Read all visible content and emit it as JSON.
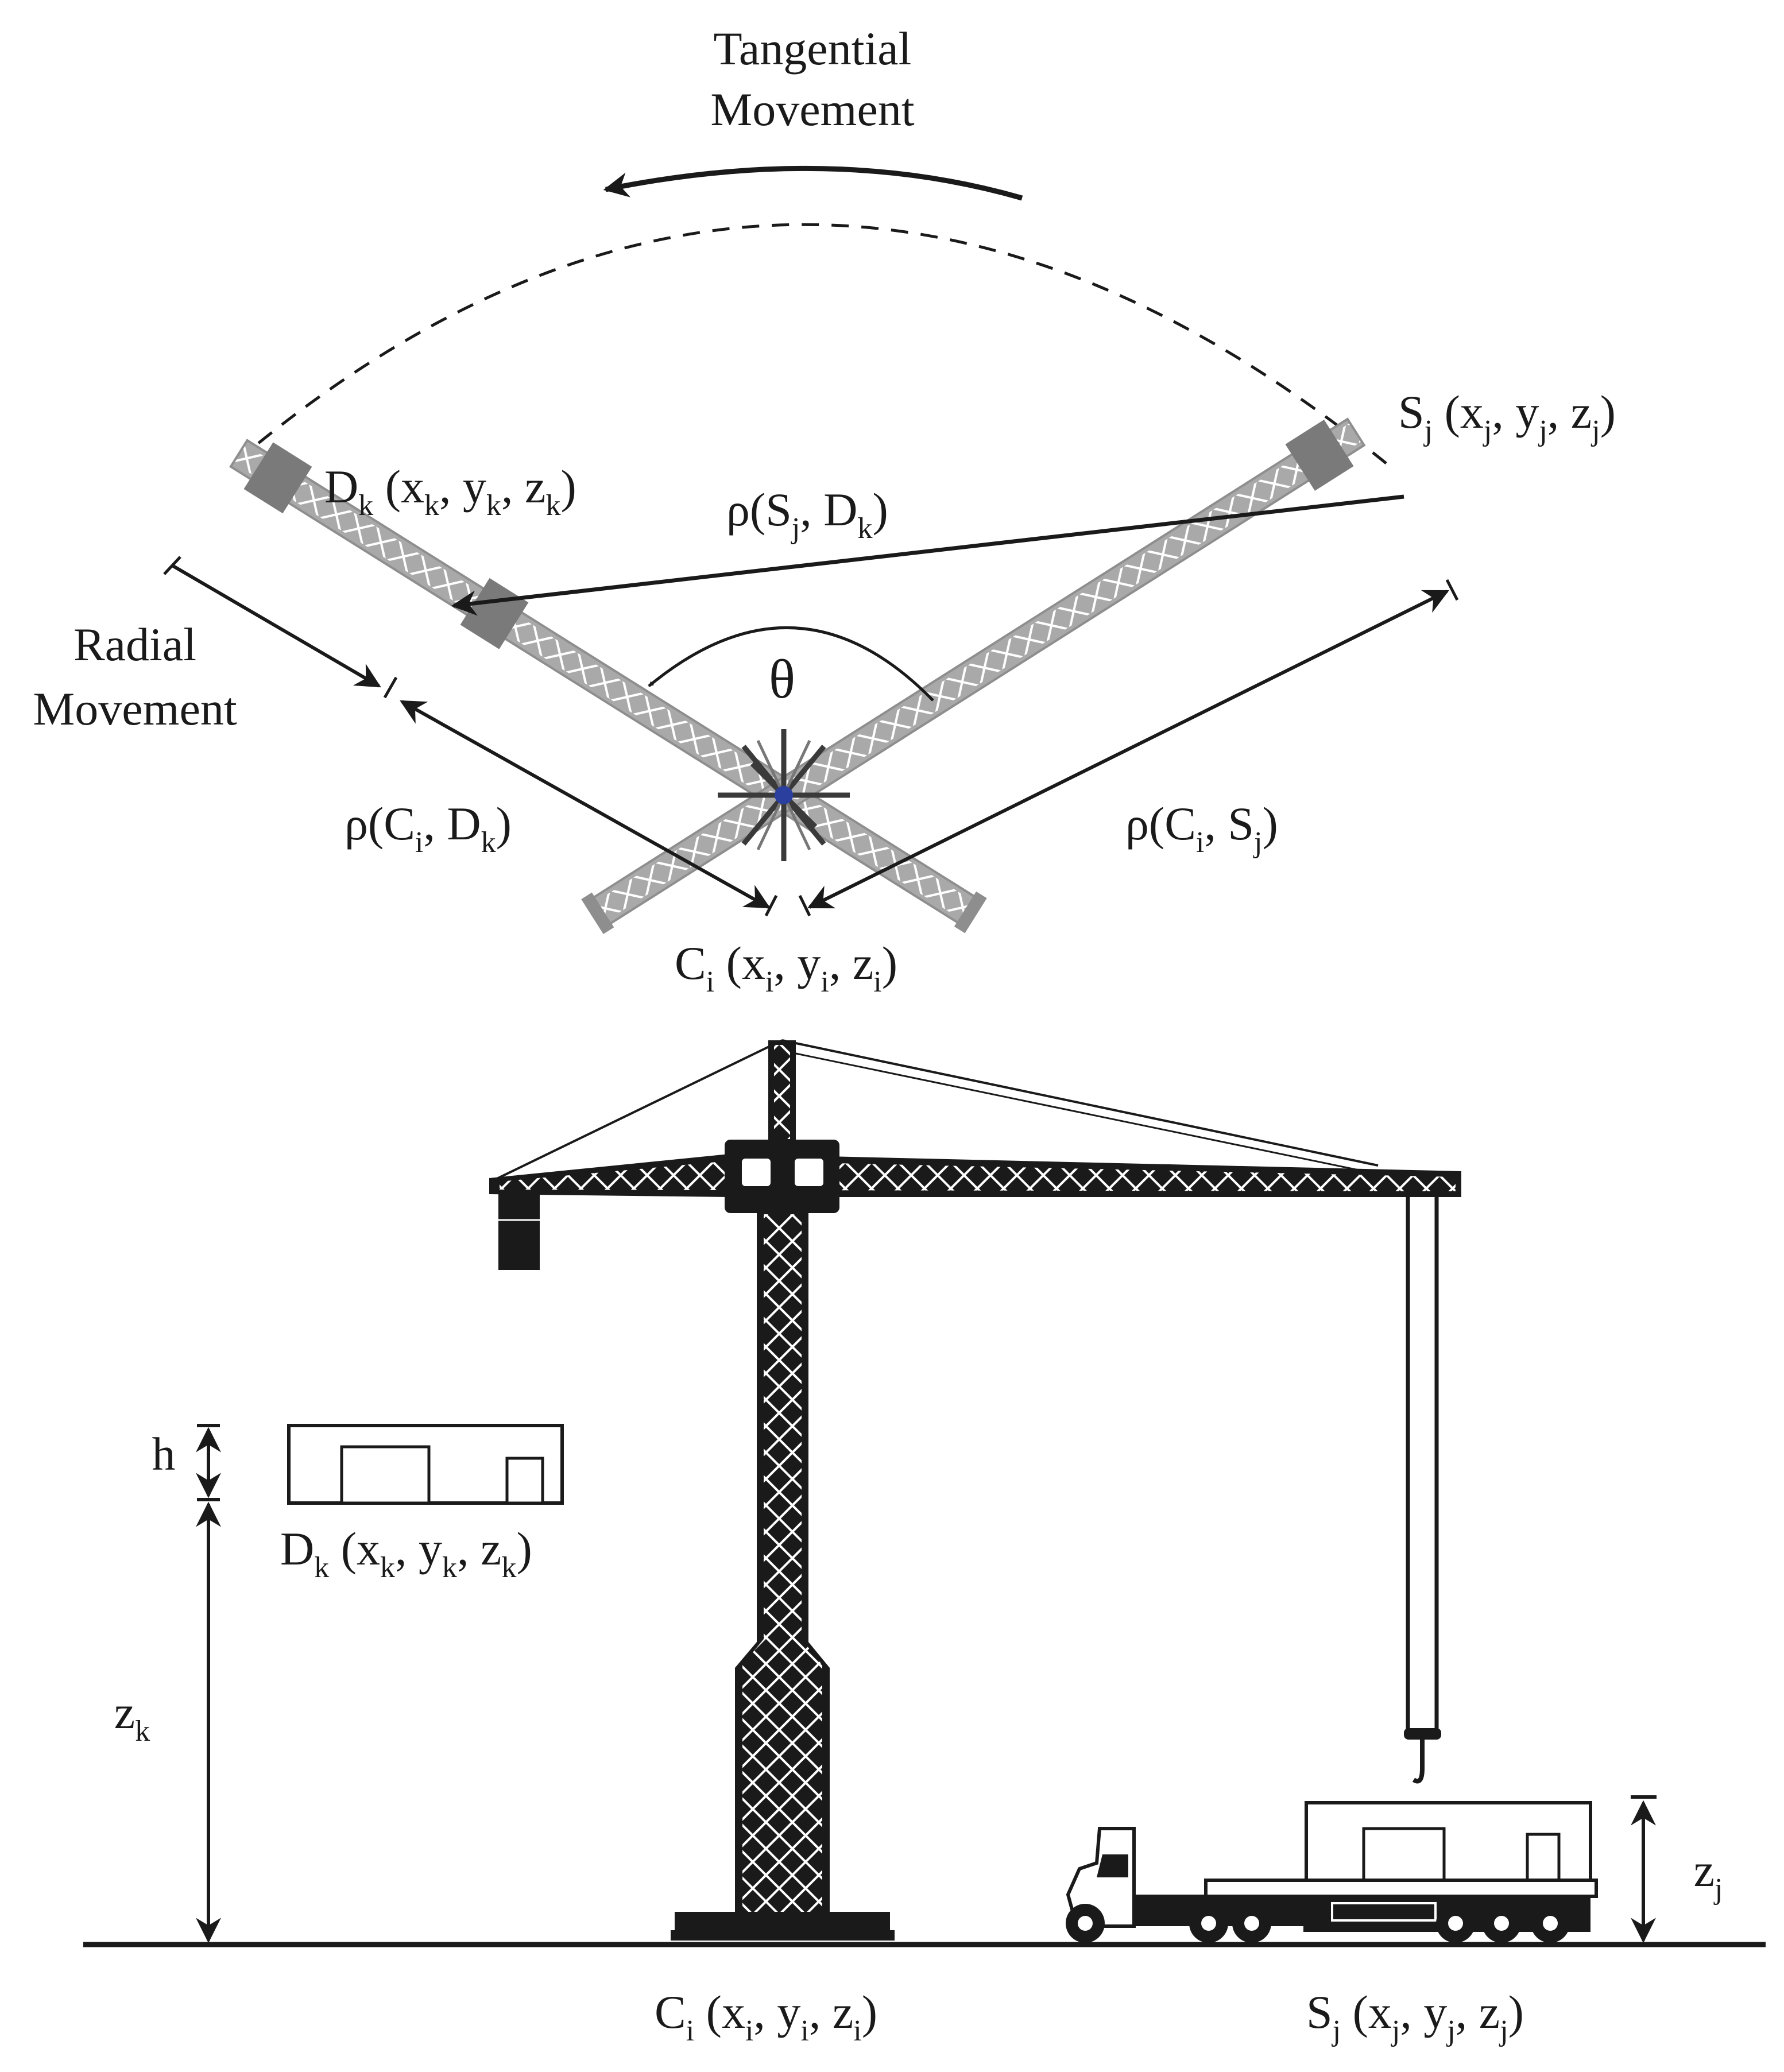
{
  "top_view": {
    "tangential_label_line1": "Tangential",
    "tangential_label_line2": "Movement",
    "radial_label_line1": "Radial",
    "radial_label_line2": "Movement",
    "theta": "θ",
    "source": {
      "letter": "S",
      "index": "j",
      "open": " (x",
      "c1": ", y",
      "c2": ", z",
      "close": ")"
    },
    "destination": {
      "letter": "D",
      "index": "k",
      "open": " (x",
      "c1": ", y",
      "c2": ", z",
      "close": ")"
    },
    "crane": {
      "letter": "C",
      "index": "i",
      "open": " (x",
      "c1": ", y",
      "c2": ", z",
      "close": ")"
    },
    "rho_s_d": {
      "prefix": "ρ(S",
      "mid": ", D",
      "close": ")",
      "i1": "j",
      "i2": "k"
    },
    "rho_c_d": {
      "prefix": "ρ(C",
      "mid": ", D",
      "close": ")",
      "i1": "i",
      "i2": "k"
    },
    "rho_c_s": {
      "prefix": "ρ(C",
      "mid": ", S",
      "close": ")",
      "i1": "i",
      "i2": "j"
    }
  },
  "side_view": {
    "height_label": "h",
    "zk_label": {
      "letter": "z",
      "index": "k"
    },
    "zj_label": {
      "letter": "z",
      "index": "j"
    },
    "destination": {
      "letter": "D",
      "index": "k",
      "open": " (x",
      "c1": ", y",
      "c2": ", z",
      "close": ")"
    },
    "crane": {
      "letter": "C",
      "index": "i",
      "open": " (x",
      "c1": ", y",
      "c2": ", z",
      "close": ")"
    },
    "source": {
      "letter": "S",
      "index": "j",
      "open": " (x",
      "c1": ", y",
      "c2": ", z",
      "close": ")"
    }
  },
  "colors": {
    "ink": "#1a1a1a",
    "jib_gray": "#a9a9a9",
    "jib_dark": "#7a7a7a",
    "mast_blue": "#2b3f9e"
  }
}
